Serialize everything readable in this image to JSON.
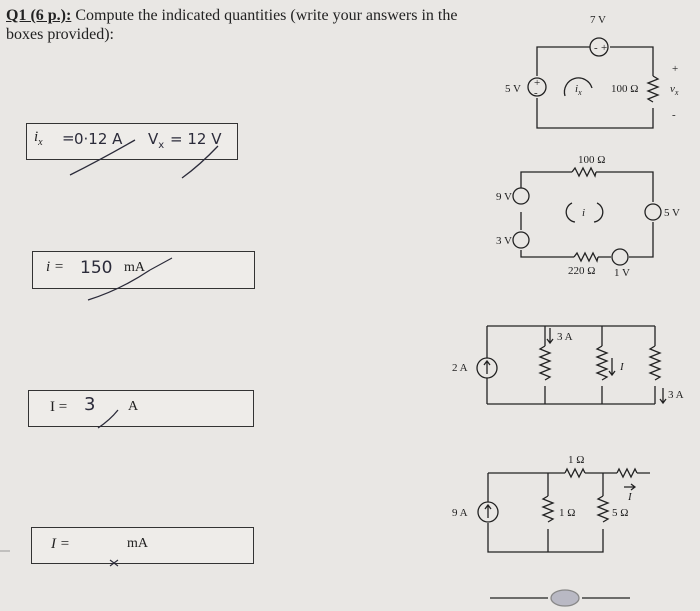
{
  "question": {
    "number": "Q1 (6 p.):",
    "text": "Compute the indicated quantities (write your answers in the boxes provided):"
  },
  "answers": [
    {
      "label": "i",
      "sub": "x",
      "eq": "=",
      "value": "0·12 A",
      "extra_label": "V",
      "extra_sub": "x",
      "extra_value": "= 12  V"
    },
    {
      "label": "i =",
      "value": "150",
      "unit": "mA"
    },
    {
      "label": "I =",
      "value": "3",
      "unit": "A"
    },
    {
      "label": "I =",
      "value": "",
      "unit": "mA"
    }
  ],
  "circuits": {
    "c1": {
      "src_top": "7 V",
      "src_left": "5 V",
      "current": "i",
      "current_sub": "x",
      "resistor": "100 Ω",
      "volt_label": "v",
      "volt_sub": "x",
      "plus": "+",
      "minus": "-",
      "src_plus": "+",
      "src_minus": "-"
    },
    "c2": {
      "r_top": "100 Ω",
      "src_left1": "9 V",
      "src_left2": "3 V",
      "current": "i",
      "src_right": "5 V",
      "r_bottom": "220 Ω",
      "src_bottom": "1 V"
    },
    "c3": {
      "src": "2 A",
      "cur_top": "3 A",
      "cur_mid": "I",
      "cur_right": "3 A"
    },
    "c4": {
      "src": "9 A",
      "r_top": "1 Ω",
      "r_mid": "1 Ω",
      "r_right": "5 Ω",
      "cur": "I"
    }
  }
}
